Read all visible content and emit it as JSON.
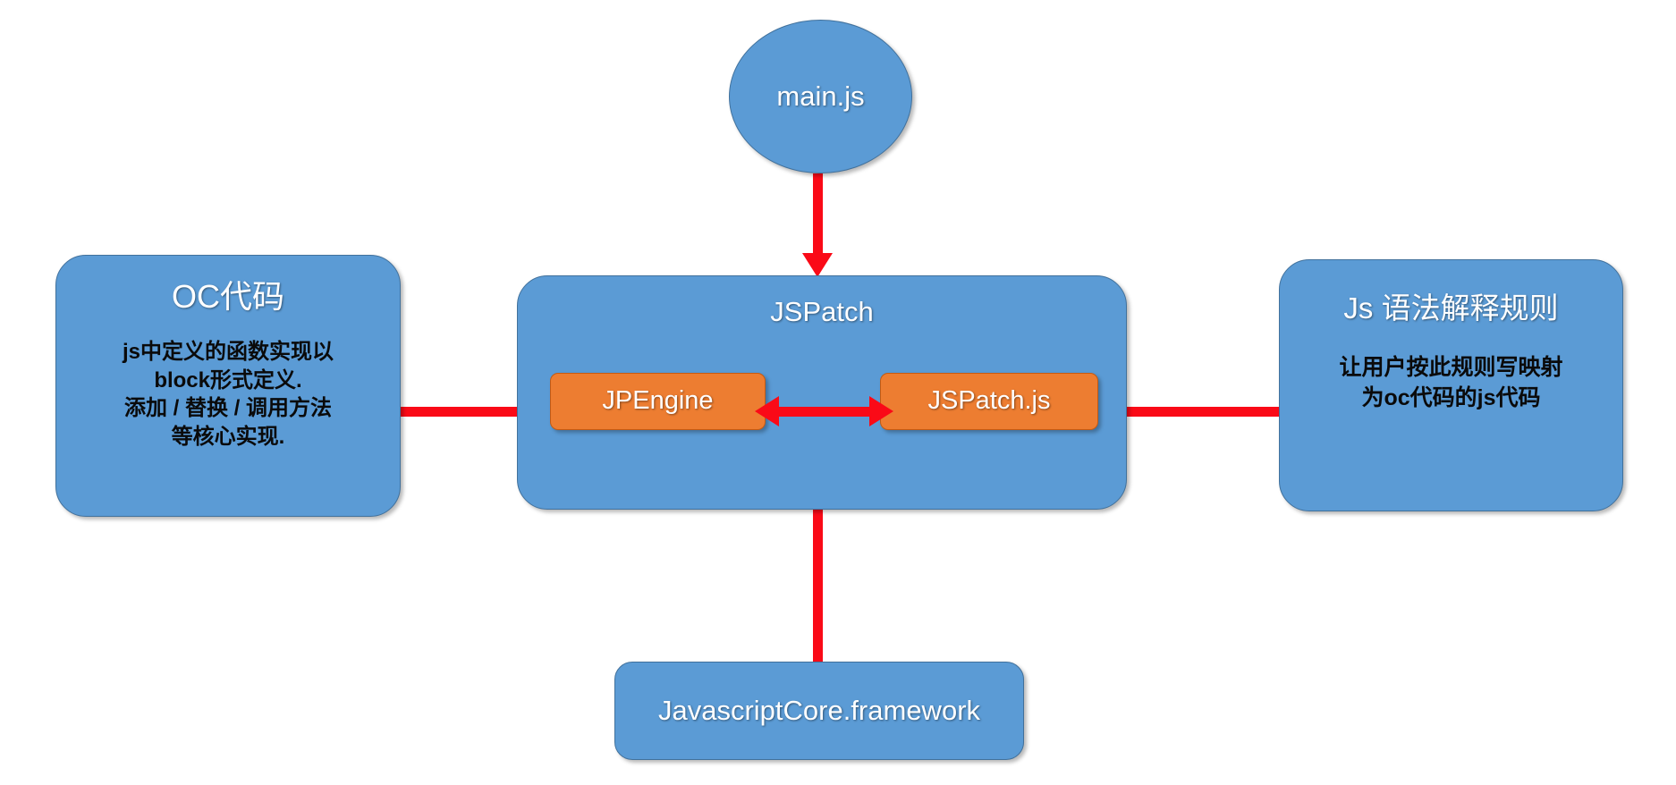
{
  "diagram": {
    "title": "JSPatch architecture diagram",
    "colors": {
      "node_fill": "#5B9BD5",
      "node_border": "#41719C",
      "inner_fill": "#ED7D31",
      "inner_border": "#C55A11",
      "arrow": "#FA0A17",
      "background": "#FFFFFF",
      "title_text": "#FFFFFF",
      "body_text": "#0A0A0A"
    },
    "nodes": {
      "main_js": {
        "label": "main.js",
        "shape": "circle"
      },
      "oc_code": {
        "title": "OC代码",
        "body": "js中定义的函数实现以\nblock形式定义.\n添加 / 替换 / 调用方法\n等核心实现.",
        "body_lines": [
          "js中定义的函数实现以",
          "block形式定义.",
          "添加 / 替换 / 调用方法",
          "等核心实现."
        ],
        "shape": "rounded-rect"
      },
      "jspatch": {
        "title": "JSPatch",
        "shape": "rounded-rect",
        "children": [
          {
            "label": "JPEngine",
            "shape": "rect"
          },
          {
            "label": "JSPatch.js",
            "shape": "rect"
          }
        ]
      },
      "js_rule": {
        "title": "Js 语法解释规则",
        "body": "让用户按此规则写映射\n为oc代码的js代码",
        "body_lines": [
          "让用户按此规则写映射",
          "为oc代码的js代码"
        ],
        "shape": "rounded-rect"
      },
      "javascriptcore": {
        "label": "JavascriptCore.framework",
        "shape": "rounded-rect"
      }
    },
    "edges": [
      {
        "name": "main-js-to-jspatch",
        "from": "main.js",
        "to": "JSPatch",
        "direction": "down",
        "style": "solid-arrow"
      },
      {
        "name": "jpengine-to-oc-code",
        "from": "JPEngine",
        "to": "OC代码",
        "direction": "left",
        "style": "solid-arrow"
      },
      {
        "name": "jpengine-jspatchjs",
        "from": "JPEngine",
        "to": "JSPatch.js",
        "direction": "bidirectional",
        "style": "solid-arrow"
      },
      {
        "name": "jspatchjs-to-js-rule",
        "from": "JSPatch.js",
        "to": "Js 语法解释规则",
        "direction": "right",
        "style": "solid-arrow"
      },
      {
        "name": "javascriptcore-to-jspatch",
        "from": "JavascriptCore.framework",
        "to": "JSPatch",
        "direction": "up",
        "style": "solid-arrow"
      }
    ]
  }
}
